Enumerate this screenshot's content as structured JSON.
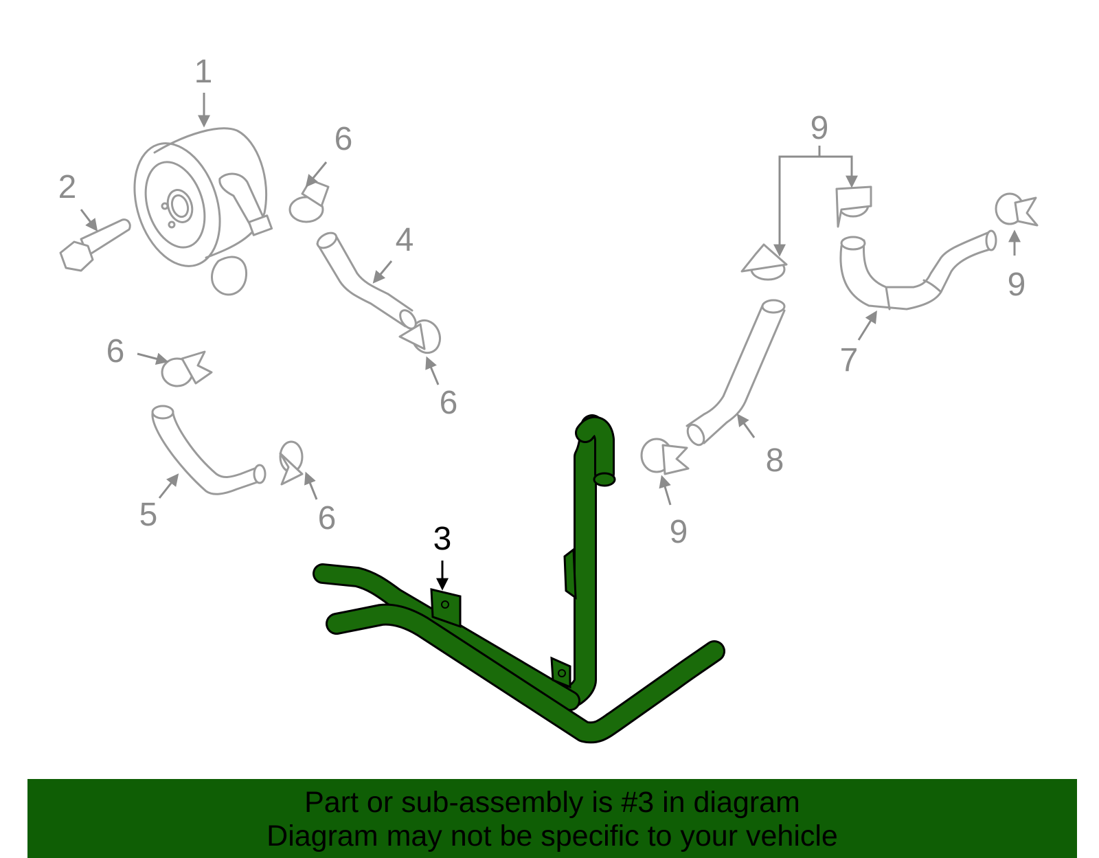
{
  "callouts": {
    "c1": "1",
    "c2": "2",
    "c3": "3",
    "c4": "4",
    "c5": "5",
    "c6a": "6",
    "c6b": "6",
    "c6c": "6",
    "c6d": "6",
    "c7": "7",
    "c8": "8",
    "c9a": "9",
    "c9b": "9",
    "c9c": "9"
  },
  "banner": {
    "line1": "Part or sub-assembly is #3 in diagram",
    "line2": "Diagram may not be specific to your vehicle"
  },
  "colors": {
    "highlight_part": "#1a6b0a",
    "banner": "#0f5e05",
    "other_parts": "#9a9a9a"
  }
}
